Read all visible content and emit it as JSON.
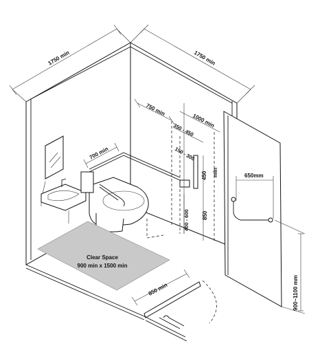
{
  "dimensions": {
    "left_wall_width": "1750 min",
    "back_wall_width": "1750 min",
    "wc_centre": "750 min",
    "door_panel_reach": "1000 min",
    "flush_range": "350 - 450",
    "grab_rail_offset": "150 - 300",
    "rail_side": "700 min",
    "rail_height_450": "450",
    "rail_height_min": "min",
    "pan_height": "400 - 600",
    "rail_height_850": "850",
    "door_width": "850 min",
    "pull_handle_width": "650mm",
    "pull_handle_height": "900~1100 mm"
  },
  "clear_space": {
    "line1": "Clear Space",
    "line2": "900 min x 1500 min"
  }
}
